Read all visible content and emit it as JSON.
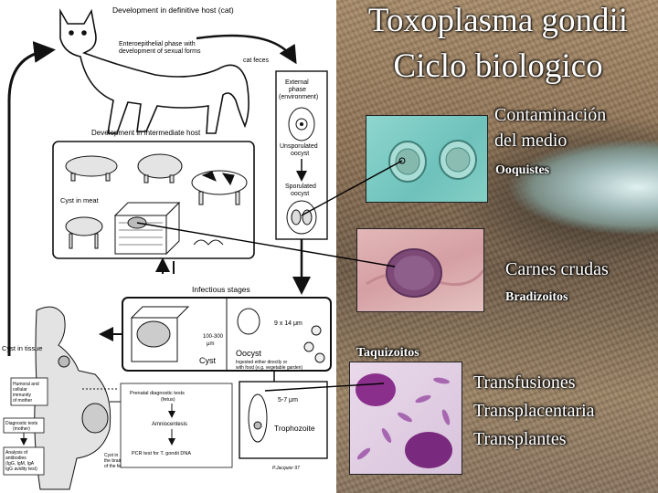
{
  "title": {
    "line1": "Toxoplasma gondii",
    "line2": "Ciclo biologico"
  },
  "labels": {
    "contaminacion1": "Contaminación",
    "contaminacion2": "del medio",
    "ooquistes": "Ooquistes",
    "carnes": "Carnes crudas",
    "bradizoitos": "Bradizoitos",
    "taquizoitos": "Taquizoitos",
    "transfusiones": "Transfusiones",
    "transplacentaria": "Transplacentaria",
    "transplantes": "Transplantes"
  },
  "diagram": {
    "definitive_host": "Development in definitive host (cat)",
    "enteroepithelial1": "Enteroepithelial phase with",
    "enteroepithelial2": "development of sexual forms",
    "cat_feces": "cat feces",
    "external1": "External",
    "external2": "phase",
    "external3": "(environment)",
    "unsporulated1": "Unsporulated",
    "unsporulated2": "oocyst",
    "sporulated1": "Sporulated",
    "sporulated2": "oocyst",
    "intermediate_host": "Development in intermediate host",
    "cyst_in_meat": "Cyst in meat",
    "infectious_stages": "Infectious stages",
    "cyst_size1": "100-300",
    "cyst_size2": "μm",
    "cyst": "Cyst",
    "oocyst_size": "9 x 14 μm",
    "oocyst": "Oocyst",
    "oocyst_ingested1": "Ingested either directly or",
    "oocyst_ingested2": "with food (e.g. vegetable garden)",
    "cyst_in_tissue": "Cyst in tissue",
    "humoral1": "Humoral and",
    "humoral2": "cellular",
    "humoral3": "immunity",
    "humoral4": "of mother",
    "diagnostic1": "Diagnostic tests",
    "diagnostic2": "(mother)",
    "analysis1": "Analysis of",
    "analysis2": "antibodies",
    "analysis3": "(IgG, IgM, IgA",
    "analysis4": "IgG avidity test)",
    "prenatal1": "Prenatal diagnostic tests",
    "prenatal2": "(fetus)",
    "amniocentesis": "Amniocentesis",
    "pcr": "PCR test for T. gondii DNA",
    "cyst_fetus1": "Cyst in",
    "cyst_fetus2": "the brain",
    "cyst_fetus3": "of the fetus",
    "troph_size": "5-7 μm",
    "trophozoite": "Trophozoite",
    "credit": "P.Jacquier 97"
  }
}
